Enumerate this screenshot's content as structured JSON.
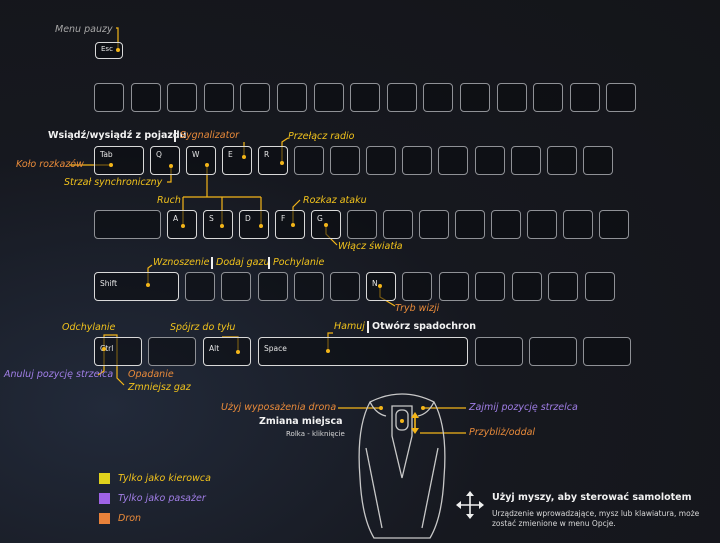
{
  "escape": {
    "label": "Menu pauzy",
    "key": "Esc"
  },
  "keys": {
    "tab": "Tab",
    "q": "Q",
    "w": "W",
    "e": "E",
    "r": "R",
    "a": "A",
    "s": "S",
    "d": "D",
    "f": "F",
    "g": "G",
    "shift": "Shift",
    "n": "N",
    "ctrl": "Ctrl",
    "alt": "Alt",
    "space": "Space"
  },
  "labels": {
    "enter_exit": "Wsiądź/wysiądź z pojazdu",
    "signal": "Sygnalizator",
    "radio": "Przełącz radio",
    "order_wheel": "Koło rozkazów",
    "sync_shot": "Strzał synchroniczny",
    "move": "Ruch",
    "attack_order": "Rozkaz ataku",
    "lights": "Włącz światła",
    "ascend": "Wznoszenie",
    "throttle_up": "Dodaj gazu",
    "pitch_down": "Pochylanie",
    "view_mode": "Tryb wizji",
    "pitch_up": "Odchylanie",
    "look_back": "Spójrz do tyłu",
    "brake": "Hamuj",
    "parachute": "Otwórz spadochron",
    "cancel_gunner": "Anuluj pozycję strzelca",
    "descend": "Opadanie",
    "throttle_down": "Zmniejsz gaz",
    "drone_equipment": "Użyj wyposażenia drona",
    "change_seat": "Zmiana miejsca",
    "wheel_click": "Rolka - kliknięcie",
    "gunner_seat": "Zajmij pozycję strzelca",
    "zoom": "Przybliż/oddal"
  },
  "legend": [
    {
      "label": "Tylko jako kierowca",
      "color": "#e0d21c"
    },
    {
      "label": "Tylko jako pasażer",
      "color": "#9f63e6"
    },
    {
      "label": "Dron",
      "color": "#e8823a"
    }
  ],
  "mouse_hint": {
    "title": "Użyj myszy, aby sterować samolotem",
    "note": "Urządzenie wprowadzające, mysz lub klawiatura, może zostać zmienione w menu Opcje."
  }
}
